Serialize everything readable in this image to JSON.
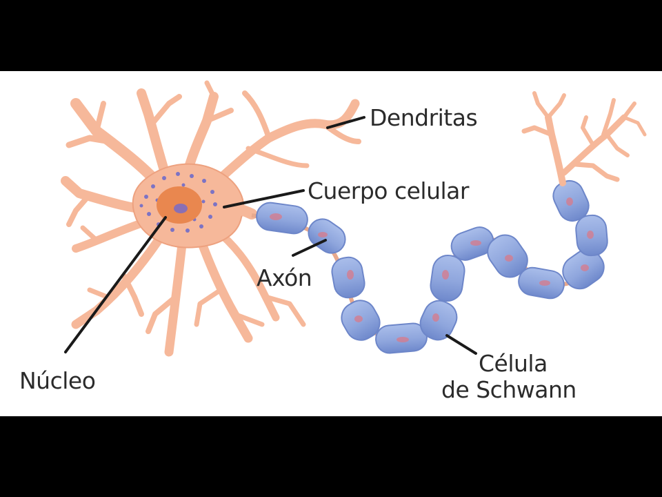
{
  "diagram": {
    "labels": {
      "dendritas": "Dendritas",
      "cuerpo_celular": "Cuerpo celular",
      "axon": "Axón",
      "nucleo": "Núcleo",
      "celula_schwann_line1": "Célula",
      "celula_schwann_line2": "de Schwann"
    }
  },
  "colors": {
    "background": "#ffffff",
    "frame": "#000000",
    "neuron_body": "#f6b89a",
    "neuron_outline": "#eda17f",
    "nucleus": "#e9874f",
    "nucleolus": "#8a6fb4",
    "granules": "#7c73c4",
    "schwann_cell": "#8fa6dd",
    "schwann_outline": "#6d86c9",
    "schwann_nucleus": "#d97a8a",
    "leader_line": "#1a1a1a",
    "label_text": "#2b2b2b"
  }
}
